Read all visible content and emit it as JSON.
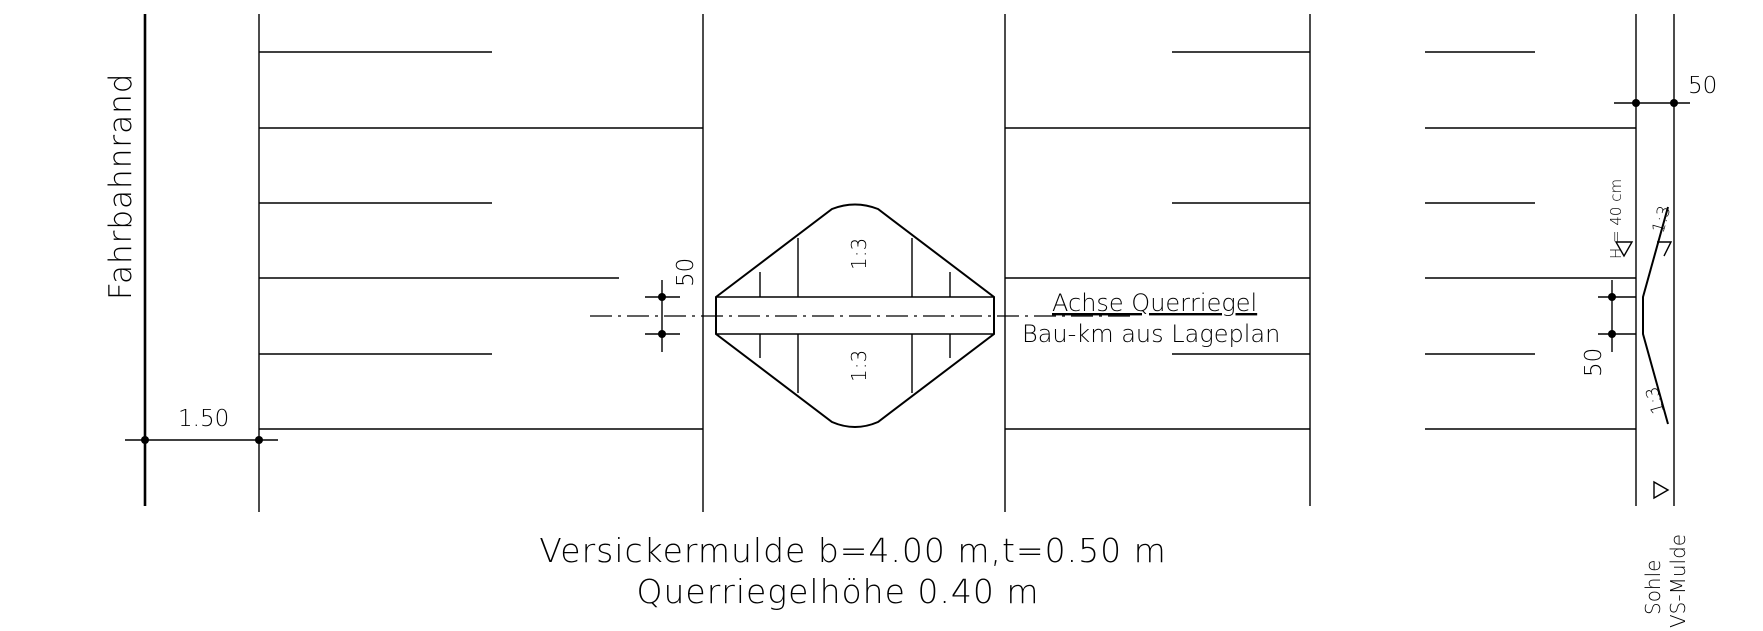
{
  "labels": {
    "fahrbahnrand": "Fahrbahnrand",
    "dim_150": "1.50",
    "dim_50_center": "50",
    "dim_50_right_top": "50",
    "dim_50_right_lower": "50",
    "slope_top": "1:3",
    "slope_bottom": "1:3",
    "slope_right_top": "1:3",
    "slope_right_bottom": "1:3",
    "height_note": "H = 40 cm",
    "axis_line1": "Achse Querriegel",
    "axis_line2": "Bau-km aus Lageplan",
    "caption_line1": "Versickermulde b=4.00 m,t=0.50 m",
    "caption_line2": "Querriegelhöhe 0.40 m",
    "sohle_line1": "Sohle",
    "sohle_line2": "VS-Mulde"
  }
}
